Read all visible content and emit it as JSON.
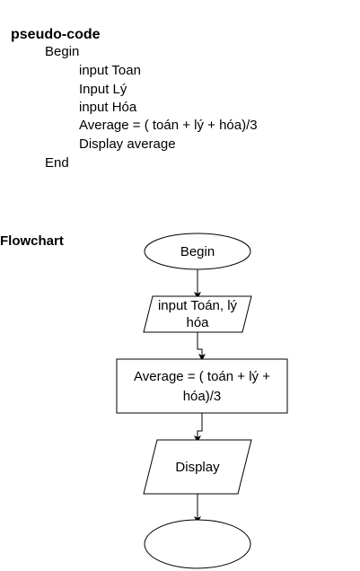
{
  "pseudocode": {
    "title": "pseudo-code",
    "lines": [
      "Begin",
      "input Toan",
      "Input Lý",
      "input Hóa",
      "Average = ( toán + lý + hóa)/3",
      "Display average",
      "End"
    ]
  },
  "flowchart": {
    "title": "Flowchart",
    "begin_label": "Begin",
    "input_label_line1": "input Toán, lý",
    "input_label_line2": "hóa",
    "process_label_line1": "Average = ( toán + lý +",
    "process_label_line2": "hóa)/3",
    "display_label": "Display",
    "end_label": ""
  }
}
